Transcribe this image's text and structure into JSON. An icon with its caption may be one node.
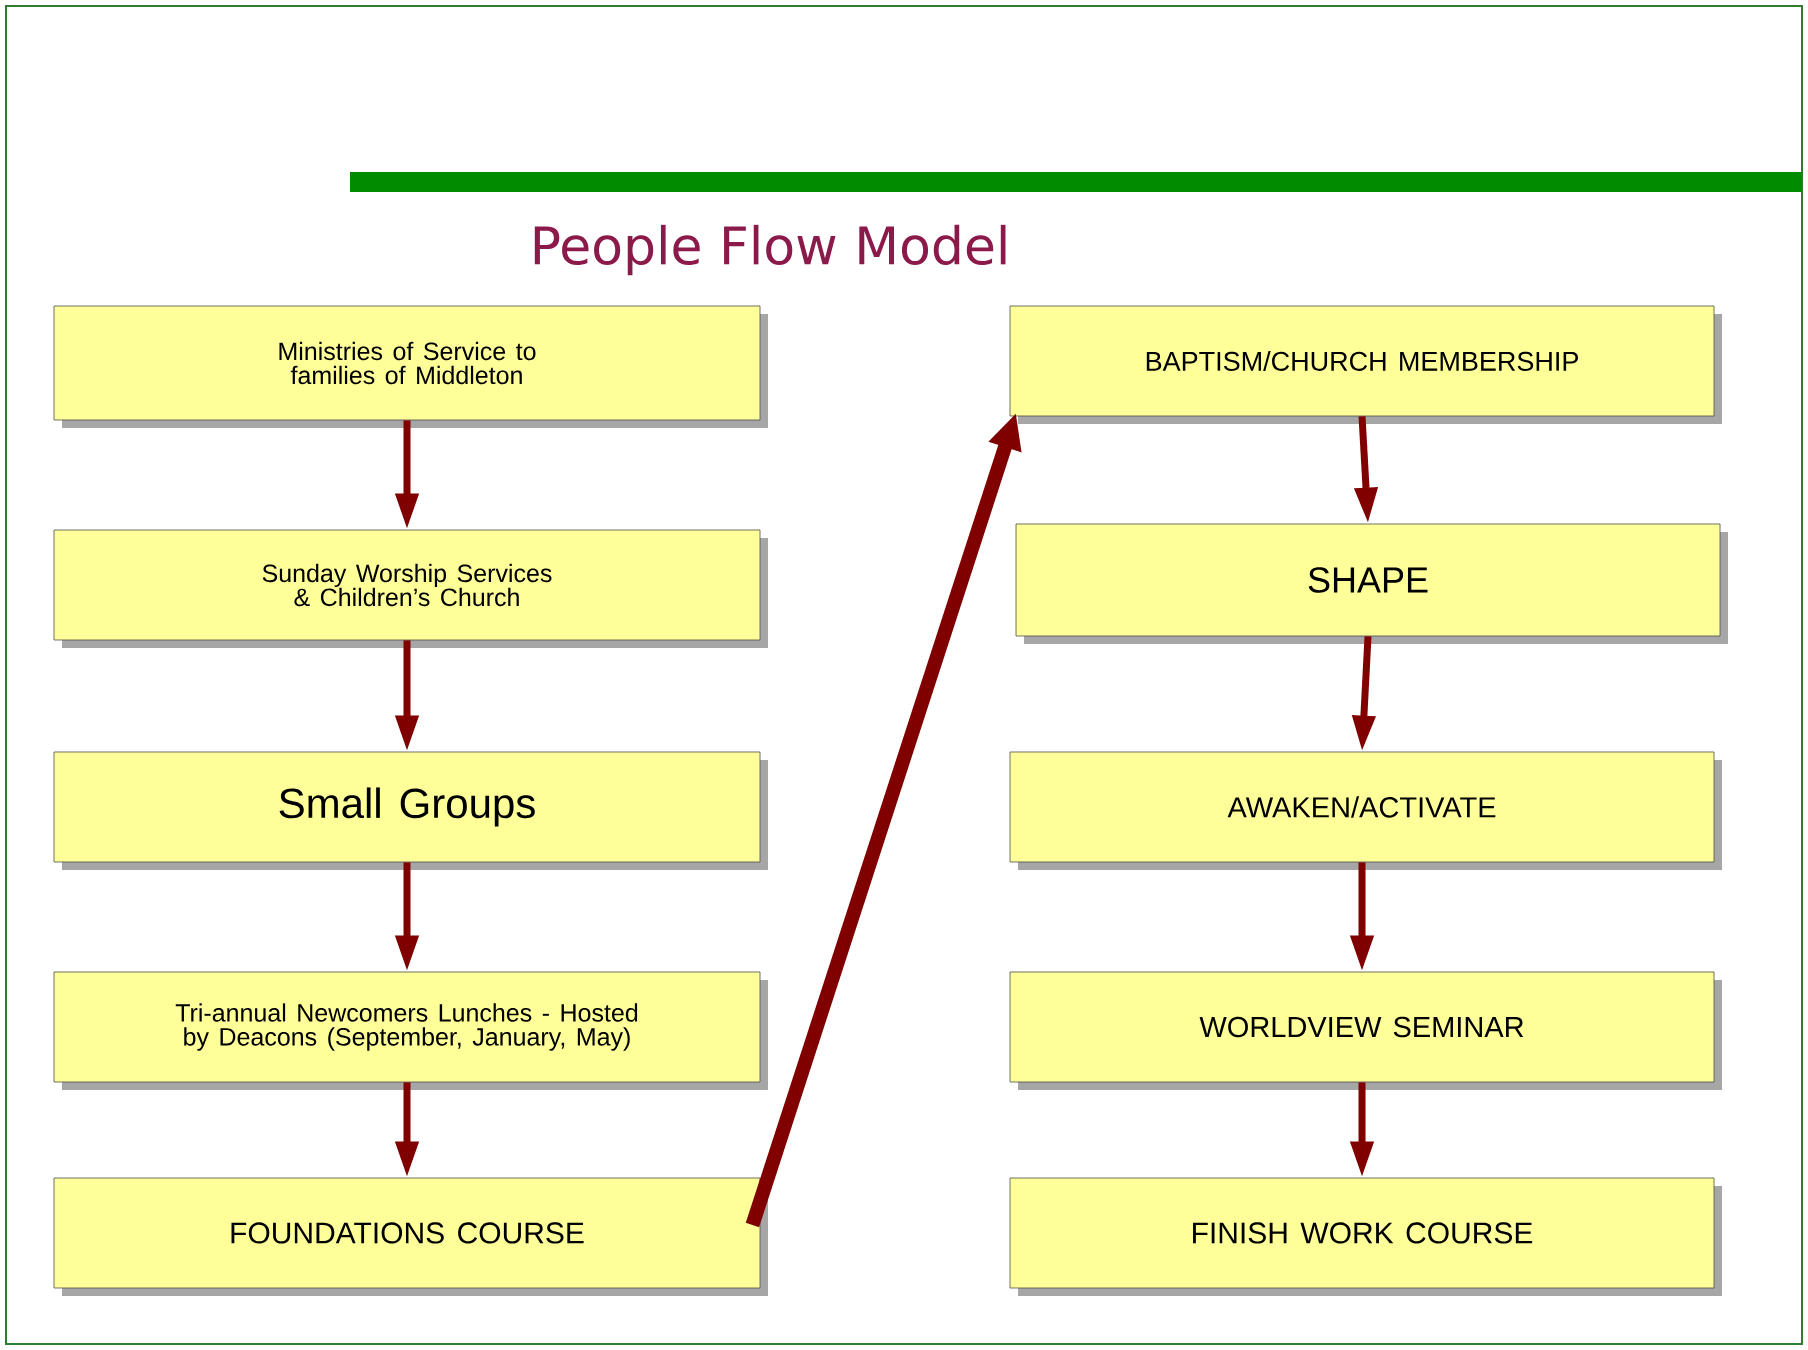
{
  "diagram": {
    "title": "People Flow Model",
    "nodes": [
      {
        "text": [
          "Ministries of Service to families of Middleton"
        ]
      },
      {
        "text": [
          "Sunday Worship Services & Children’s Church"
        ]
      },
      {
        "text": [
          "Small Groups"
        ]
      },
      {
        "text": [
          "Tri-annual Newcomers Lunches - Hosted by Deacons (September, January, May)"
        ]
      },
      {
        "text": [
          "FOUNDATIONS COURSE"
        ]
      },
      {
        "text": [
          "BAPTISM/CHURCH MEMBERSHIP"
        ]
      },
      {
        "text": [
          "SHAPE"
        ]
      },
      {
        "text": [
          "AWAKEN/ACTIVATE"
        ]
      },
      {
        "text": [
          "WORLDVIEW SEMINAR"
        ]
      },
      {
        "text": [
          "FINISH WORK COURSE"
        ]
      }
    ],
    "edges": [
      {
        "from": 0,
        "to": 1,
        "arrow": "to"
      },
      {
        "from": 1,
        "to": 2,
        "arrow": "to"
      },
      {
        "from": 2,
        "to": 3,
        "arrow": "to"
      },
      {
        "from": 3,
        "to": 4,
        "arrow": "to"
      },
      {
        "from": 4,
        "to": 5,
        "arrow": "to",
        "style": "thick"
      },
      {
        "from": 5,
        "to": 6,
        "arrow": "to"
      },
      {
        "from": 6,
        "to": 7,
        "arrow": "to"
      },
      {
        "from": 7,
        "to": 8,
        "arrow": "to"
      },
      {
        "from": 8,
        "to": 9,
        "arrow": "to"
      }
    ]
  }
}
